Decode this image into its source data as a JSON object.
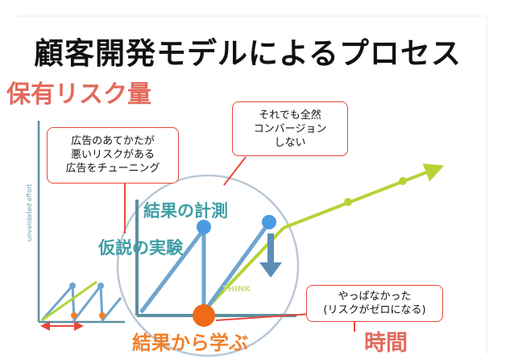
{
  "title": "顧客開発モデルによるプロセス",
  "y_axis_label": "保有リスク量",
  "x_axis_label": "時間",
  "axis_caption": "unvalidated effort",
  "stages": {
    "measure": "結果の計測",
    "experiment": "仮説の実験",
    "learn": "結果から学ぶ",
    "think": "THINK"
  },
  "callouts": {
    "tune_ads": [
      "広告のあてかたが",
      "悪いリスクがある",
      "広告をチューニング"
    ],
    "no_conversion": [
      "それでも全然",
      "コンバージョン",
      "しない"
    ],
    "zero_risk": [
      "やっぱなかった",
      "(リスクがゼロになる)"
    ]
  },
  "colors": {
    "accent_red": "#e26a5c",
    "teal": "#3f9ea5",
    "orange": "#f0802c",
    "lime": "#b5d335",
    "blue": "#6ea5cf",
    "callout_border": "#e8483a"
  }
}
